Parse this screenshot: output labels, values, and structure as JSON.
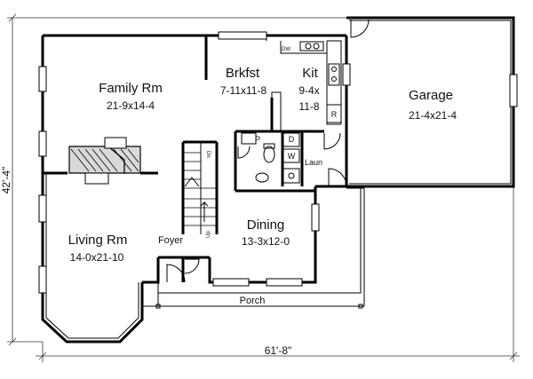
{
  "rooms": {
    "family": {
      "name": "Family Rm",
      "size": "21-9x14-4"
    },
    "breakfast": {
      "name": "Brkfst",
      "size": "7-11x11-8"
    },
    "kitchen": {
      "name": "Kit",
      "size_line1": "9-4x",
      "size_line2": "11-8"
    },
    "garage": {
      "name": "Garage",
      "size": "21-4x21-4"
    },
    "dining": {
      "name": "Dining",
      "size": "13-3x12-0"
    },
    "living": {
      "name": "Living Rm",
      "size": "14-0x21-10"
    },
    "foyer": {
      "name": "Foyer"
    },
    "porch": {
      "name": "Porch"
    },
    "laundry": {
      "name": "Laun"
    }
  },
  "fixtures": {
    "pantry": "P",
    "dryer": "D",
    "washer": "W",
    "refrigerator": "R",
    "dishwasher": "DW",
    "stair_up": "Up",
    "stair_down": "Dn"
  },
  "dimensions": {
    "overall_depth": "42'-4\"",
    "overall_width": "61'-8\""
  }
}
